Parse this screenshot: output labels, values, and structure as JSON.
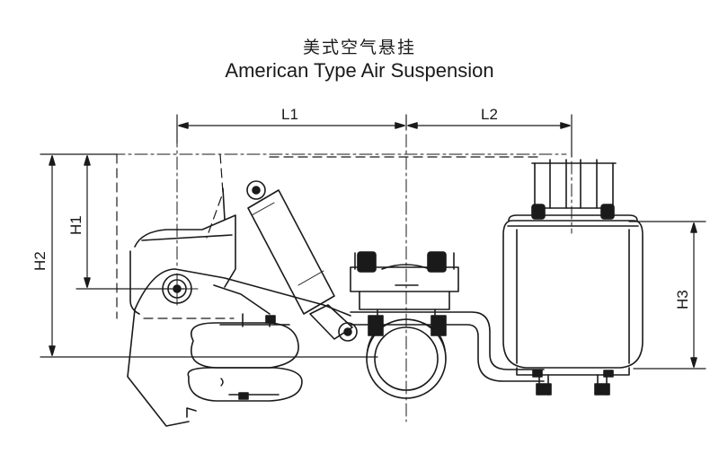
{
  "title": {
    "chinese": "美式空气悬挂",
    "english": "American Type Air Suspension"
  },
  "dimensions": {
    "L1": "L1",
    "L2": "L2",
    "H1": "H1",
    "H2": "H2",
    "H3": "H3"
  },
  "colors": {
    "line": "#1a1a1a",
    "background": "#ffffff"
  }
}
